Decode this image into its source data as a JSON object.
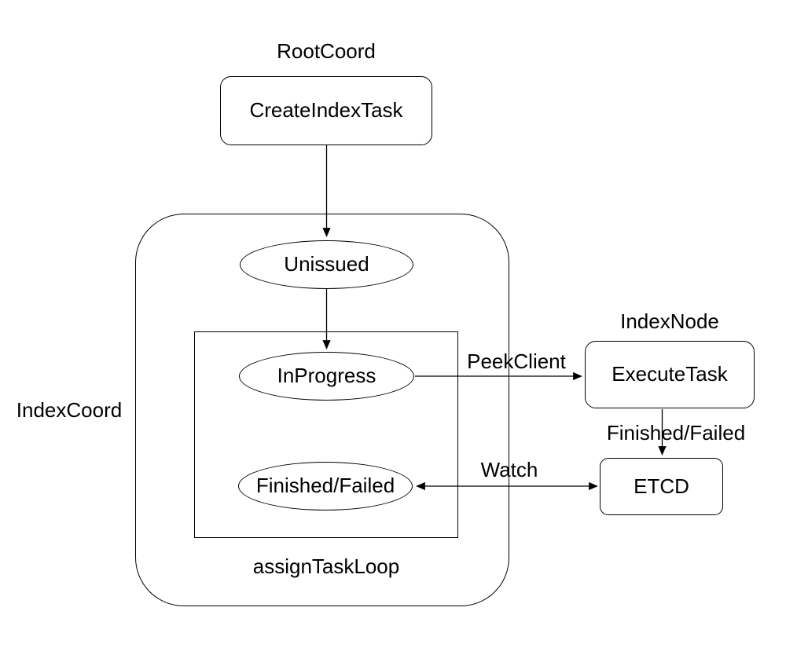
{
  "groups": {
    "root_coord": "RootCoord",
    "index_coord": "IndexCoord",
    "index_node": "IndexNode",
    "assign_task_loop": "assignTaskLoop"
  },
  "nodes": {
    "create_index_task": "CreateIndexTask",
    "unissued": "Unissued",
    "in_progress": "InProgress",
    "finished_failed": "Finished/Failed",
    "execute_task": "ExecuteTask",
    "etcd": "ETCD"
  },
  "edges": {
    "peek_client": "PeekClient",
    "watch": "Watch",
    "finished_failed": "Finished/Failed"
  },
  "colors": {
    "stroke": "#000000",
    "background": "#ffffff",
    "text": "#000000"
  }
}
